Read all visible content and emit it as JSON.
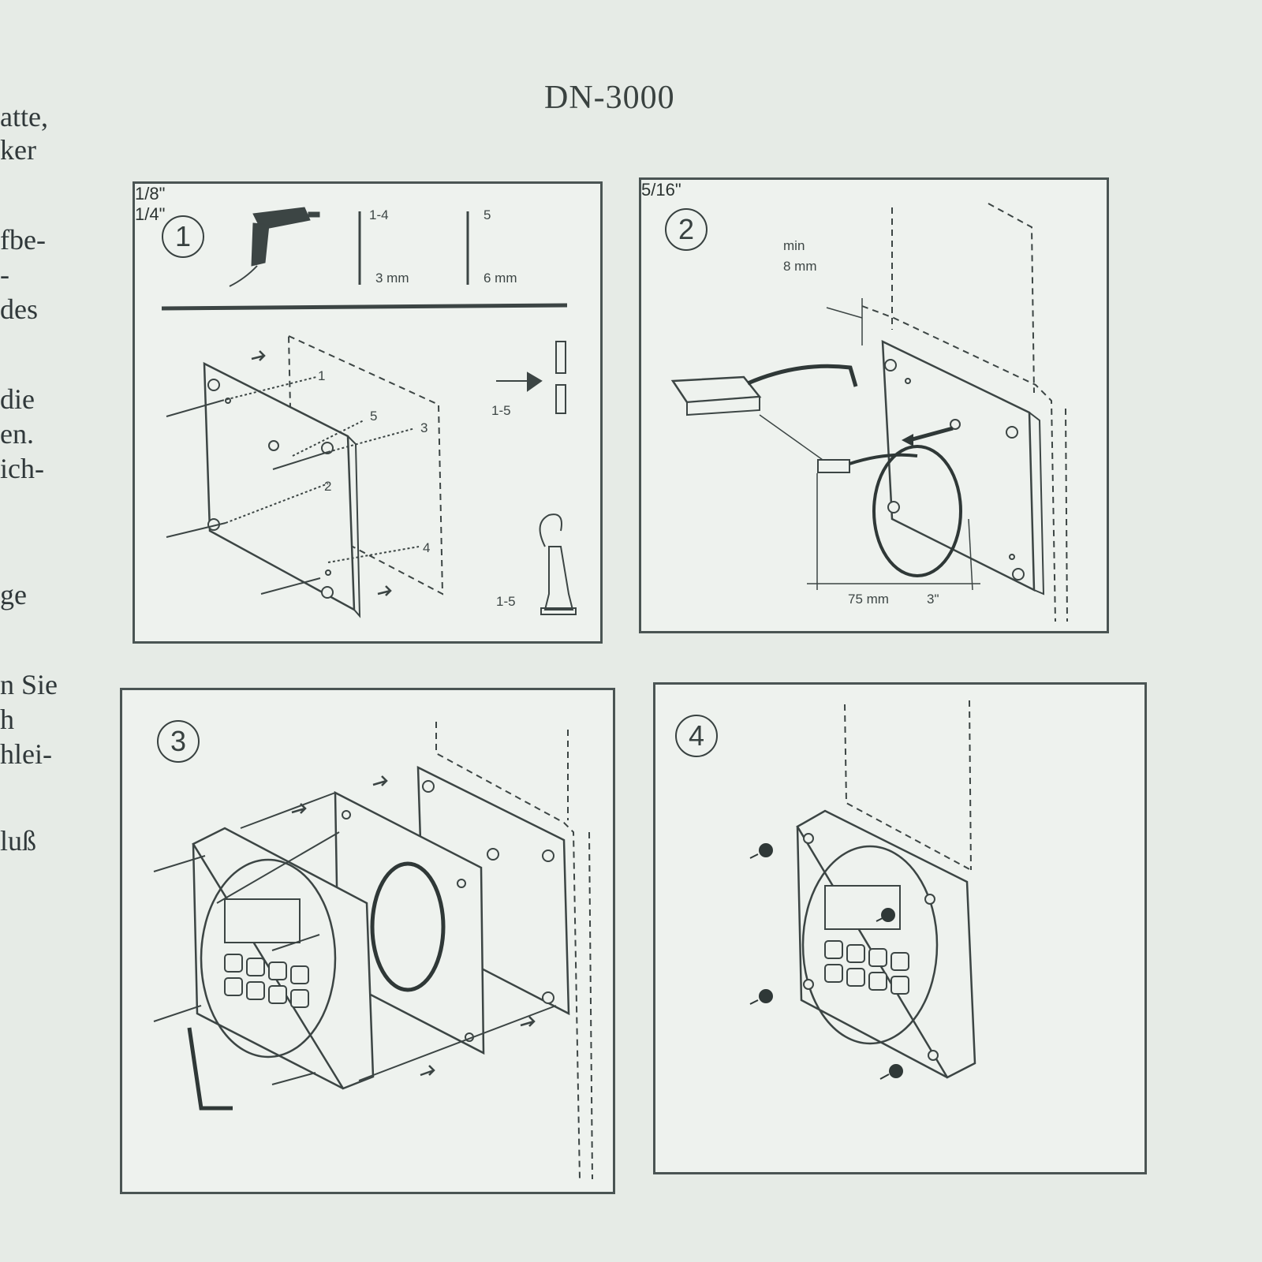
{
  "header": {
    "title": "DN-3000"
  },
  "left_text": [
    "atte,",
    "ker",
    "fbe-",
    "-",
    "des",
    "die",
    "en.",
    "ich-",
    "ge",
    "n Sie",
    "h",
    "hlei-",
    "luß"
  ],
  "steps": [
    {
      "number": "1",
      "drill_specs": [
        {
          "holes": "1-4",
          "inch": "1/8\"",
          "mm": "3 mm"
        },
        {
          "holes": "5",
          "inch": "1/4\"",
          "mm": "6 mm"
        }
      ],
      "hole_labels": [
        "1",
        "2",
        "3",
        "4",
        "5"
      ],
      "tool_labels": [
        "1-5",
        "1-5"
      ]
    },
    {
      "number": "2",
      "min_label": "min",
      "min_mm": "8 mm",
      "min_inch": "5/16\"",
      "width_mm": "75 mm",
      "width_inch": "3\""
    },
    {
      "number": "3"
    },
    {
      "number": "4"
    }
  ]
}
